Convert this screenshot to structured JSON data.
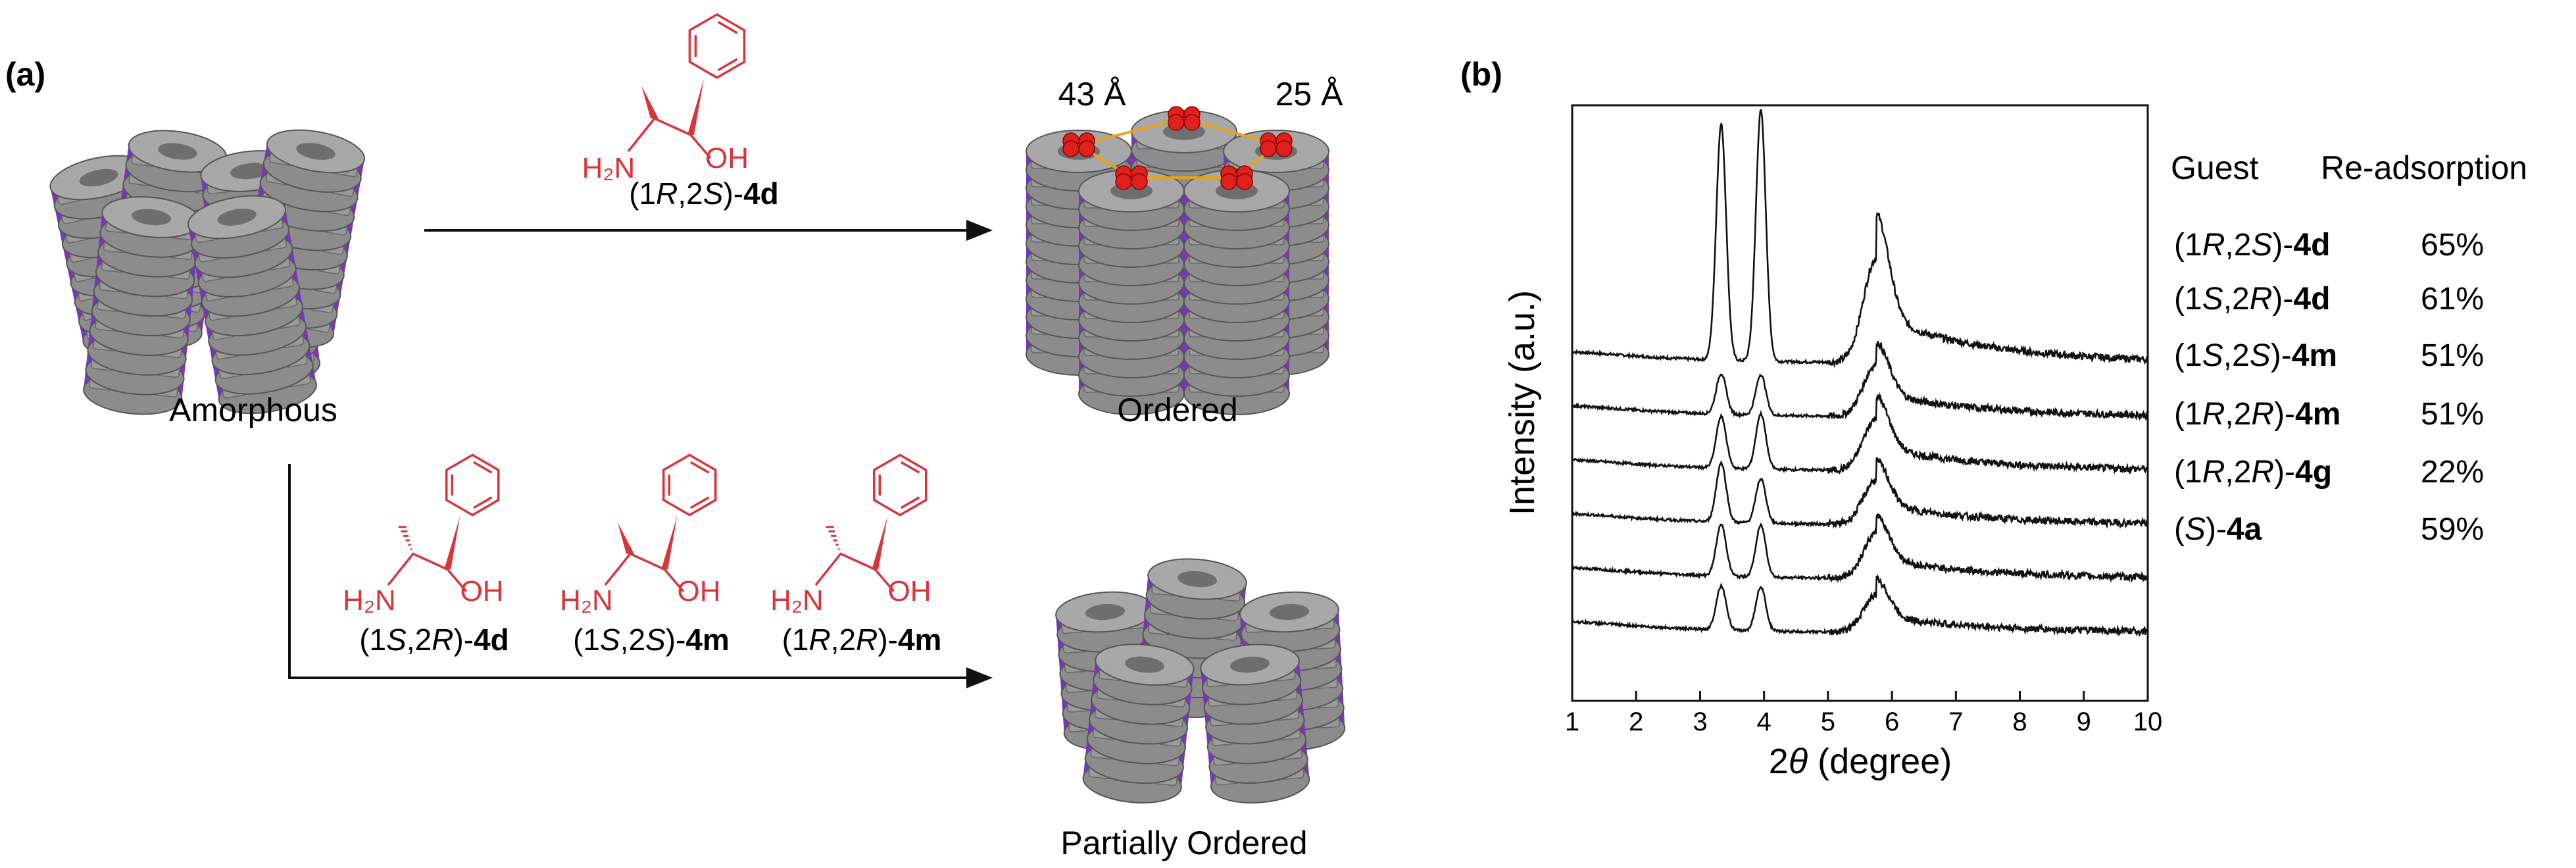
{
  "panels": {
    "a": {
      "label": "(a)"
    },
    "b": {
      "label": "(b)"
    }
  },
  "scheme": {
    "states": {
      "amorphous": "Amorphous",
      "ordered": "Ordered",
      "partial": "Partially Ordered"
    },
    "dimensions": {
      "d1": "43 Å",
      "d2": "25 Å"
    },
    "molecule": {
      "nh2": "H₂N",
      "oh": "OH"
    },
    "top_guest": {
      "prefix": "(1",
      "r1": "R",
      "mid": ",2",
      "r2": "S",
      "close": ")-",
      "id": "4d"
    },
    "bottom_guests": [
      {
        "prefix": "(1",
        "r1": "S",
        "mid": ",2",
        "r2": "R",
        "close": ")-",
        "id": "4d"
      },
      {
        "prefix": "(1",
        "r1": "S",
        "mid": ",2",
        "r2": "S",
        "close": ")-",
        "id": "4m"
      },
      {
        "prefix": "(1",
        "r1": "R",
        "mid": ",2",
        "r2": "R",
        "close": ")-",
        "id": "4m"
      }
    ]
  },
  "chart_data": {
    "type": "line",
    "xlabel_main": "2",
    "xlabel_var": "θ",
    "xlabel_unit": " (degree)",
    "ylabel": "Intensity (a.u.)",
    "xlim": [
      1,
      10
    ],
    "xticks": [
      "1",
      "2",
      "3",
      "4",
      "5",
      "6",
      "7",
      "8",
      "9",
      "10"
    ],
    "legend_headers": {
      "guest": "Guest",
      "readsorption": "Re-adsorption"
    },
    "series": [
      {
        "name": "(1R,2S)-4d",
        "parts": [
          "(1",
          "R",
          ",2",
          "S",
          ")-",
          "4d"
        ],
        "readsorption": "65%",
        "peaks": [
          {
            "x": 3.33,
            "h": 0.64
          },
          {
            "x": 3.95,
            "h": 0.68
          },
          {
            "x": 5.75,
            "h": 0.28
          }
        ]
      },
      {
        "name": "(1S,2R)-4d",
        "parts": [
          "(1",
          "S",
          ",2",
          "R",
          ")-",
          "4d"
        ],
        "readsorption": "61%",
        "peaks": [
          {
            "x": 3.33,
            "h": 0.11
          },
          {
            "x": 3.95,
            "h": 0.11
          },
          {
            "x": 5.75,
            "h": 0.14
          }
        ]
      },
      {
        "name": "(1S,2S)-4m",
        "parts": [
          "(1",
          "S",
          ",2",
          "S",
          ")-",
          "4m"
        ],
        "readsorption": "51%",
        "peaks": [
          {
            "x": 3.33,
            "h": 0.14
          },
          {
            "x": 3.95,
            "h": 0.15
          },
          {
            "x": 5.75,
            "h": 0.14
          }
        ]
      },
      {
        "name": "(1R,2R)-4m",
        "parts": [
          "(1",
          "R",
          ",2",
          "R",
          ")-",
          "4m"
        ],
        "readsorption": "51%",
        "peaks": [
          {
            "x": 3.33,
            "h": 0.16
          },
          {
            "x": 3.95,
            "h": 0.12
          },
          {
            "x": 5.75,
            "h": 0.12
          }
        ]
      },
      {
        "name": "(1R,2R)-4g",
        "parts": [
          "(1",
          "R",
          ",2",
          "R",
          ")-",
          "4g"
        ],
        "readsorption": "22%",
        "peaks": [
          {
            "x": 3.33,
            "h": 0.14
          },
          {
            "x": 3.95,
            "h": 0.14
          },
          {
            "x": 5.75,
            "h": 0.12
          }
        ]
      },
      {
        "name": "(S)-4a",
        "parts": [
          "(",
          "S",
          "",
          "",
          ")-",
          "4a"
        ],
        "readsorption": "59%",
        "peaks": [
          {
            "x": 3.33,
            "h": 0.12
          },
          {
            "x": 3.95,
            "h": 0.12
          },
          {
            "x": 5.75,
            "h": 0.1
          }
        ]
      }
    ],
    "colors": {
      "line": "#111111",
      "guest": "#d8353b",
      "column": "#8c8c8c",
      "band": "#7a33c4",
      "atom": "#e0201b"
    }
  }
}
